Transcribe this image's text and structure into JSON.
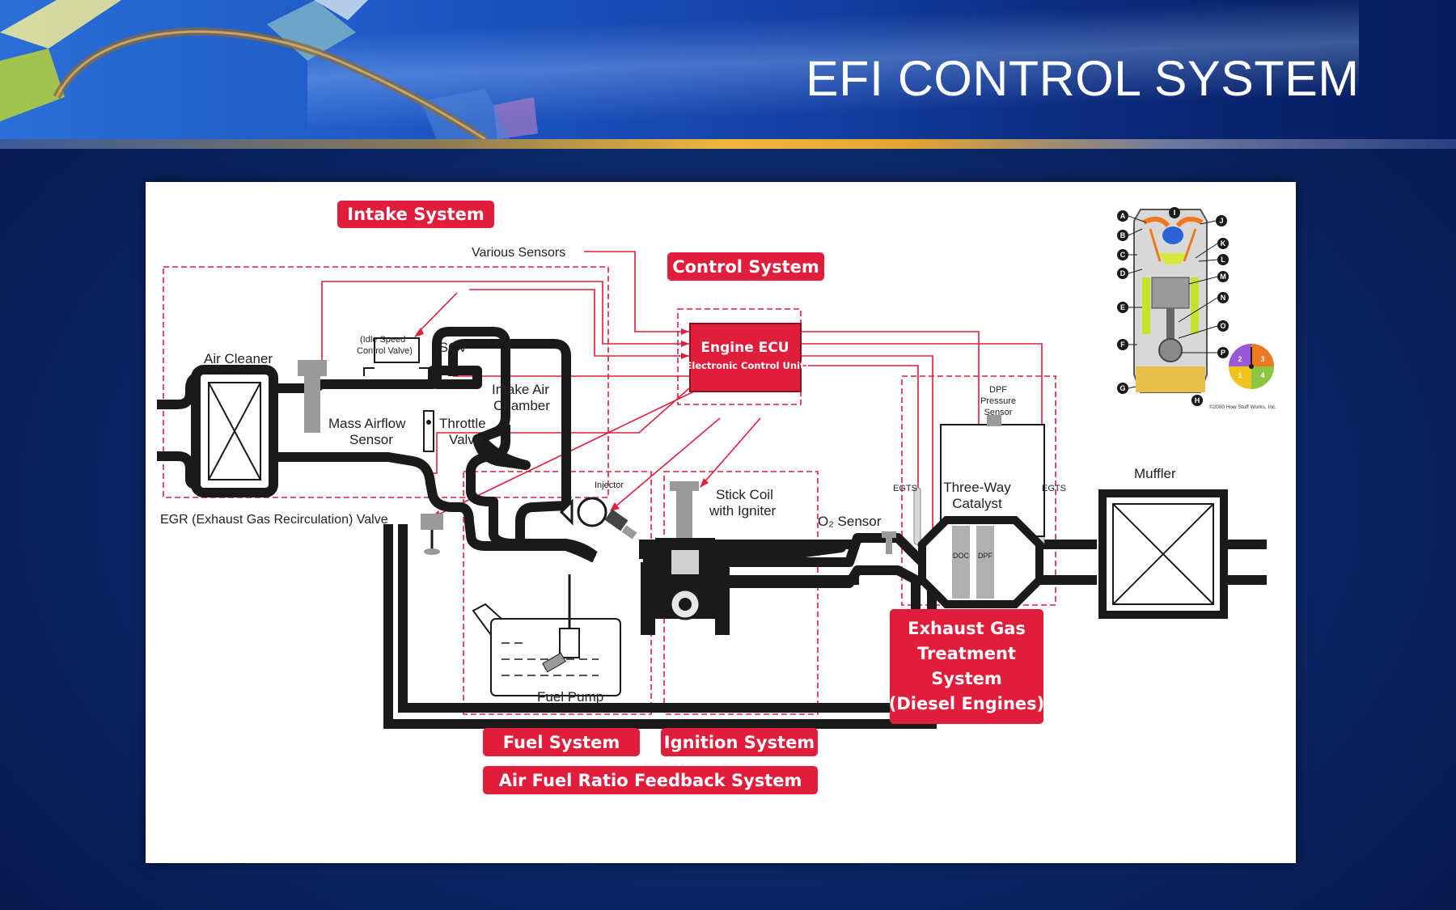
{
  "slide": {
    "title": "EFI CONTROL SYSTEM"
  },
  "colors": {
    "accent_red": "#e01e3c",
    "pipe": "#1a1a1a",
    "banner_blue": "#1d56c4",
    "stripe_gold": "#f0b73a"
  },
  "system_tags": {
    "intake": "Intake System",
    "control": "Control System",
    "fuel": "Fuel System",
    "ignition": "Ignition System",
    "feedback": "Air Fuel Ratio Feedback System",
    "exhaust": [
      "Exhaust Gas",
      "Treatment",
      "System",
      "(Diesel Engines)"
    ]
  },
  "ecu": {
    "name": "Engine ECU",
    "sub": "(Electronic Control Unit)"
  },
  "components": {
    "various_sensors": "Various Sensors",
    "air_cleaner": "Air Cleaner",
    "iscv": "ISCV",
    "iscv_full": [
      "(Idle Speed",
      "Control Valve)"
    ],
    "intake_air_chamber": [
      "Intake Air",
      "Chamber"
    ],
    "mass_airflow_sensor": [
      "Mass Airflow",
      "Sensor"
    ],
    "throttle_valve": [
      "Throttle",
      "Valve"
    ],
    "egr_valve": "EGR (Exhaust Gas Recirculation) Valve",
    "injector": "Injector",
    "stick_coil": [
      "Stick Coil",
      "with Igniter"
    ],
    "fuel_pump": "Fuel Pump",
    "o2_sensor": "O₂ Sensor",
    "egts_left": "EGTS",
    "egts_right": "EGTS",
    "dpf_pressure_sensor": [
      "DPF",
      "Pressure",
      "Sensor"
    ],
    "three_way_catalyst": [
      "Three-Way",
      "Catalyst"
    ],
    "doc": "DOC",
    "dpf": "DPF",
    "muffler": "Muffler"
  },
  "engine_inset": {
    "left_labels": [
      "A",
      "B",
      "C",
      "D",
      "E",
      "F",
      "G"
    ],
    "right_labels": [
      "J",
      "K",
      "L",
      "M",
      "N",
      "O",
      "P"
    ],
    "top_label": "I",
    "bottom_label": "H",
    "stroke_wheel": [
      "2",
      "3",
      "1",
      "4"
    ],
    "copyright": "©2000 How Stuff Works, Inc."
  }
}
